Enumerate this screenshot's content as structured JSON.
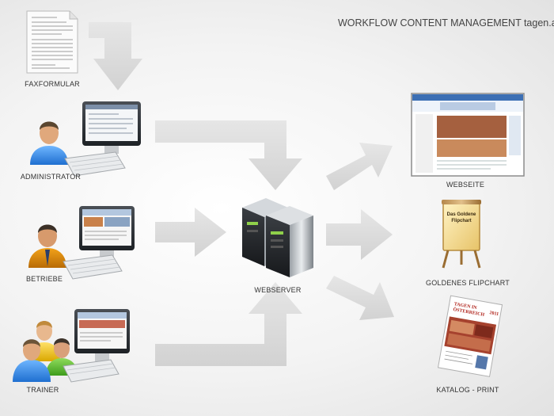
{
  "title": "WORKFLOW CONTENT MANAGEMENT tagen.at",
  "sources": {
    "fax": "FAXFORMULAR",
    "admin": "ADMINISTRATOR",
    "betriebe": "BETRIEBE",
    "trainer": "TRAINER"
  },
  "hub": "WEBSERVER",
  "outputs": {
    "web": "WEBSEITE",
    "flip": "GOLDENES FLIPCHART",
    "katalog": "KATALOG - PRINT"
  },
  "flipchart_sign": [
    "Das Goldene",
    "Flipchart"
  ],
  "catalog_cover": [
    "TAGEN IN",
    "ÖSTERREICH",
    "2011"
  ]
}
